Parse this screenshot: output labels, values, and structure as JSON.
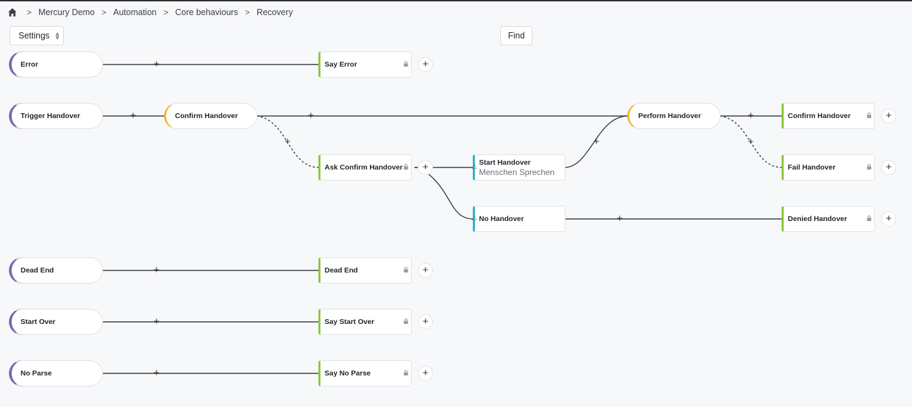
{
  "breadcrumb": {
    "items": [
      "Mercury Demo",
      "Automation",
      "Core behaviours",
      "Recovery"
    ]
  },
  "toolbar": {
    "settings_label": "Settings",
    "find_label": "Find"
  },
  "nodes": {
    "error": "Error",
    "say_error": "Say Error",
    "trigger_handover": "Trigger Handover",
    "confirm_handover": "Confirm Handover",
    "perform_handover": "Perform Handover",
    "confirm_handover_action": "Confirm Handover",
    "ask_confirm_handover": "Ask Confirm Handover",
    "start_handover": "Start Handover",
    "start_handover_sub": "Menschen Sprechen",
    "fail_handover": "Fail Handover",
    "no_handover": "No Handover",
    "denied_handover": "Denied Handover",
    "dead_end": "Dead End",
    "dead_end_action": "Dead End",
    "start_over": "Start Over",
    "say_start_over": "Say Start Over",
    "no_parse": "No Parse",
    "say_no_parse": "Say No Parse"
  },
  "icons": {
    "home": "home-icon",
    "chevron": "chevron-right-icon",
    "lock": "lock-icon",
    "warning": "warning-icon",
    "add": "plus-icon"
  },
  "colors": {
    "trigger": "#7a66b0",
    "confirm": "#f0b52c",
    "action": "#8cc63f",
    "intent": "#2bb3c9"
  }
}
